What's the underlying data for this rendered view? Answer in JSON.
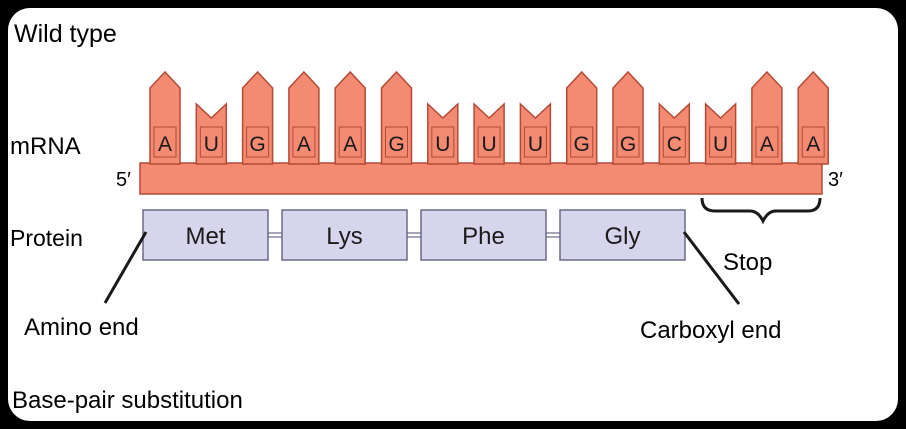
{
  "diagram": {
    "heading": "Wild type",
    "footer_heading": "Base-pair substitution",
    "mrna": {
      "label": "mRNA",
      "five_prime": "5′",
      "three_prime": "3′",
      "bases": [
        "A",
        "U",
        "G",
        "A",
        "A",
        "G",
        "U",
        "U",
        "U",
        "G",
        "G",
        "C",
        "U",
        "A",
        "A"
      ]
    },
    "protein": {
      "label": "Protein",
      "amino_acids": [
        "Met",
        "Lys",
        "Phe",
        "Gly"
      ],
      "stop_label": "Stop",
      "amino_end_label": "Amino end",
      "carboxyl_end_label": "Carboxyl end"
    },
    "colors": {
      "mrna_fill": "#f48a72",
      "mrna_stroke": "#b24a36",
      "protein_fill": "#d6d5ec",
      "protein_stroke": "#6a6a88",
      "text": "#1a1a1a"
    }
  }
}
